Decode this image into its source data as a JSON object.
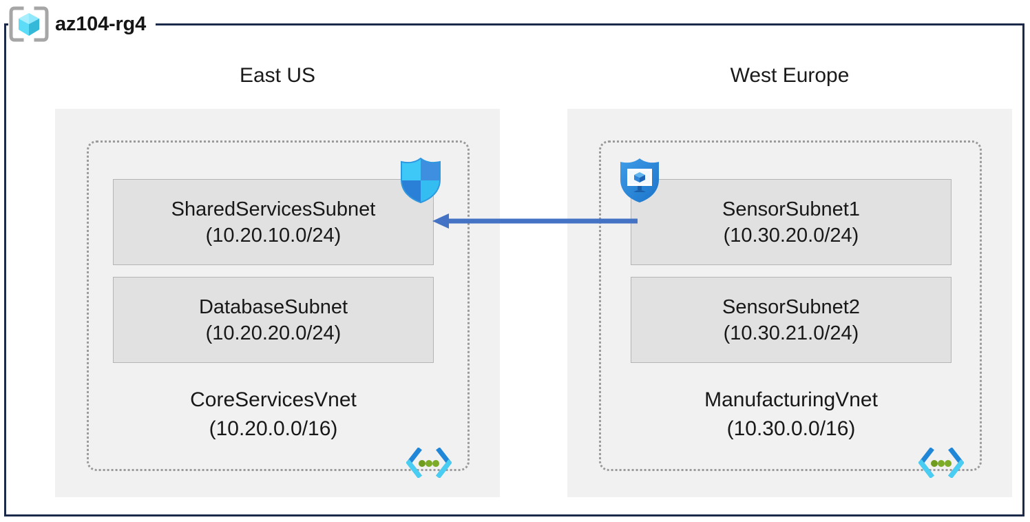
{
  "diagram": {
    "type": "azure-network-topology",
    "resource_group": {
      "name": "az104-rg4",
      "icon": "resource-group-icon"
    },
    "colors": {
      "frame_border": "#1b2a4a",
      "region_fill": "#f1f1f1",
      "vnet_border": "#9a9a9a",
      "subnet_fill": "#e1e1e1",
      "subnet_border": "#b4b4b4",
      "arrow": "#4472c4",
      "shield_blue": "#1e8fe0",
      "vnet_glyph_blue": "#2b8fe0",
      "vnet_glyph_dot_green": "#7ba428",
      "rg_cube_cyan": "#56d7f5"
    },
    "regions": [
      {
        "id": "east",
        "label": "East US",
        "vnet": {
          "name": "CoreServicesVnet",
          "cidr": "(10.20.0.0/16)",
          "icon": "virtual-network-icon",
          "subnets": [
            {
              "name": "SharedServicesSubnet",
              "cidr": "(10.20.10.0/24)",
              "attached_icon": "network-security-group-shield-icon"
            },
            {
              "name": "DatabaseSubnet",
              "cidr": "(10.20.20.0/24)",
              "attached_icon": null
            }
          ]
        }
      },
      {
        "id": "west",
        "label": "West Europe",
        "vnet": {
          "name": "ManufacturingVnet",
          "cidr": "(10.30.0.0/16)",
          "icon": "virtual-network-icon",
          "subnets": [
            {
              "name": "SensorSubnet1",
              "cidr": "(10.30.20.0/24)",
              "attached_icon": "application-security-group-shield-icon"
            },
            {
              "name": "SensorSubnet2",
              "cidr": "(10.30.21.0/24)",
              "attached_icon": null
            }
          ]
        }
      }
    ],
    "connector": {
      "name": "vnet-peering-arrow",
      "direction": "right-to-left",
      "label": ""
    }
  }
}
